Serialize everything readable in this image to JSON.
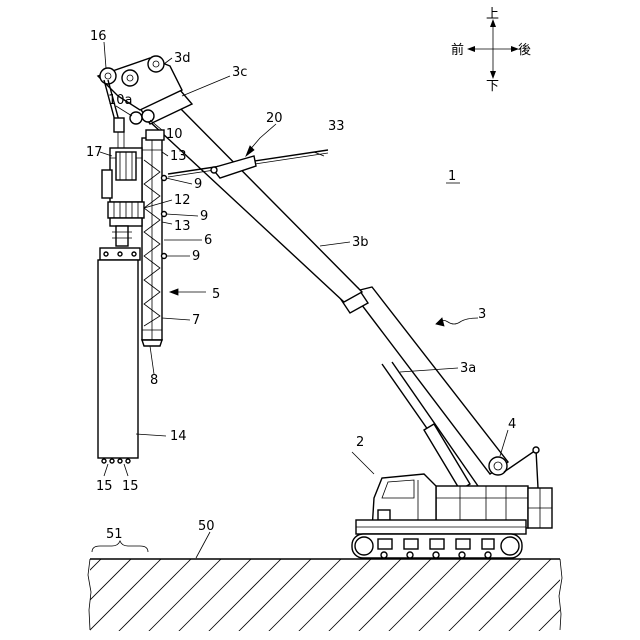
{
  "compass": {
    "up": "上",
    "down": "下",
    "front": "前",
    "back": "後"
  },
  "labels": {
    "machine": "1",
    "crawler_body": "2",
    "boom": "3",
    "boom_base": "3a",
    "boom_middle": "3b",
    "boom_top": "3c",
    "boom_tip": "3d",
    "foot_pin": "4",
    "leader_assembly": "5",
    "leader_upper": "6",
    "leader_lower": "7",
    "leader_bottom": "8",
    "bracket": "9",
    "head": "10",
    "head_a": "10a",
    "drive_unit": "12",
    "guide": "13",
    "casing": "14",
    "bit_left": "15",
    "bit_right": "15",
    "sheave": "16",
    "cable_unit": "17",
    "arrow_20": "20",
    "stay_33": "33",
    "ground": "50",
    "ground_range": "51"
  }
}
